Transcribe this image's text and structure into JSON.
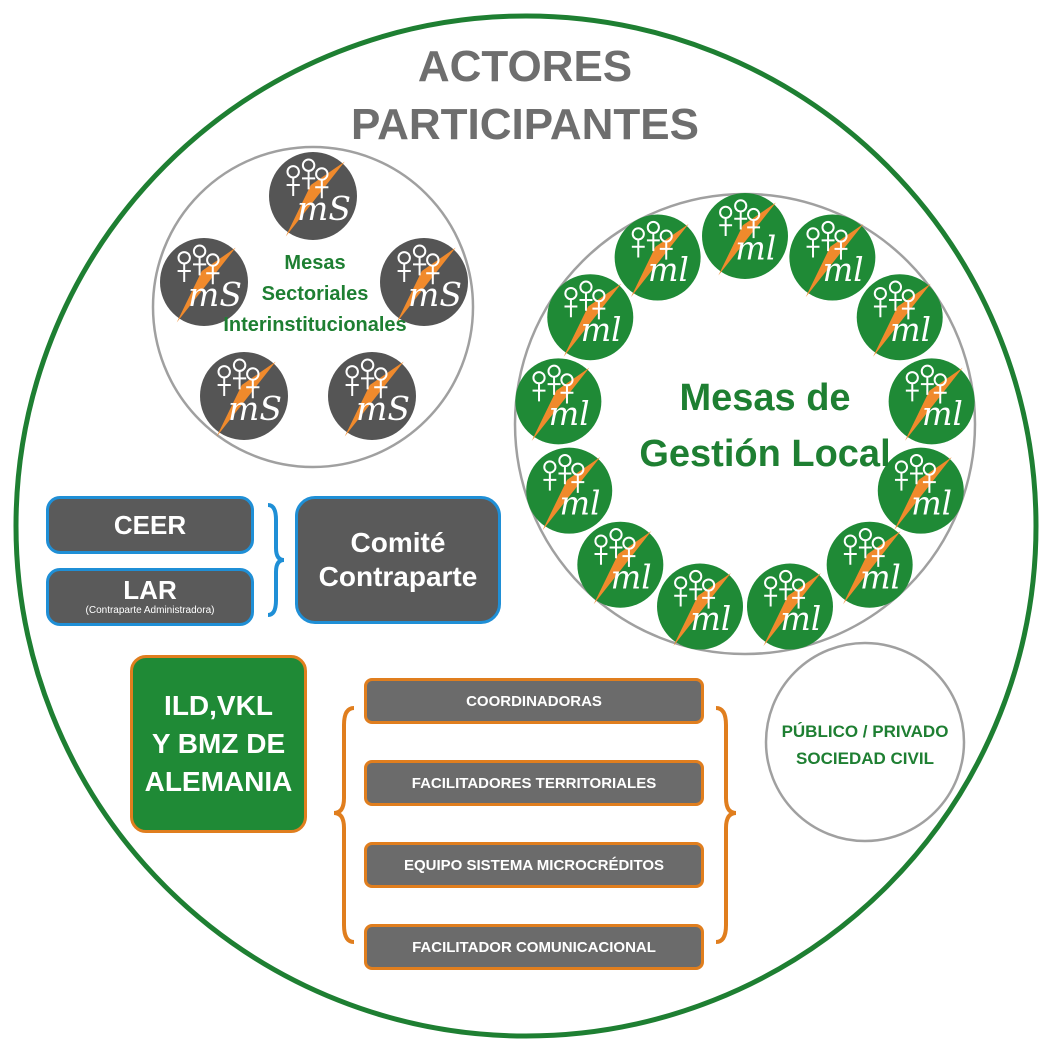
{
  "title_lines": [
    "ACTORES",
    "PARTICIPANTES"
  ],
  "mesas_sectoriales": {
    "label_lines": [
      "Mesas",
      "Sectoriales",
      "Interinstitucionales"
    ],
    "badge_text": "mS",
    "badge_count": 5
  },
  "mesas_gestion_local": {
    "label_lines": [
      "Mesas de",
      "Gestión Local"
    ],
    "badge_text": "ml",
    "badge_count": 13
  },
  "ceer_label": "CEER",
  "lar_label": "LAR",
  "lar_sublabel": "(Contraparte Administradora)",
  "comite_lines": [
    "Comité",
    "Contraparte"
  ],
  "ild_lines": [
    "ILD,VKL",
    "Y BMZ DE",
    "ALEMANIA"
  ],
  "team_items": [
    "COORDINADORAS",
    "FACILITADORES TERRITORIALES",
    "EQUIPO SISTEMA MICROCRÉDITOS",
    "FACILITADOR COMUNICACIONAL"
  ],
  "publico_lines": [
    "PÚBLICO / PRIVADO",
    "SOCIEDAD CIVIL"
  ],
  "colors": {
    "green": "#1e7f32",
    "green_fill": "#1f8a36",
    "orange": "#e07e1e",
    "dark_gray": "#5a5a5a",
    "title_gray": "#6e6e6e",
    "blue": "#1f8fd6",
    "circle_gray": "#a0a0a0"
  },
  "icons": [
    "people-orange-triangle-logo-icon",
    "left-curly-brace-icon",
    "right-curly-brace-icon"
  ]
}
